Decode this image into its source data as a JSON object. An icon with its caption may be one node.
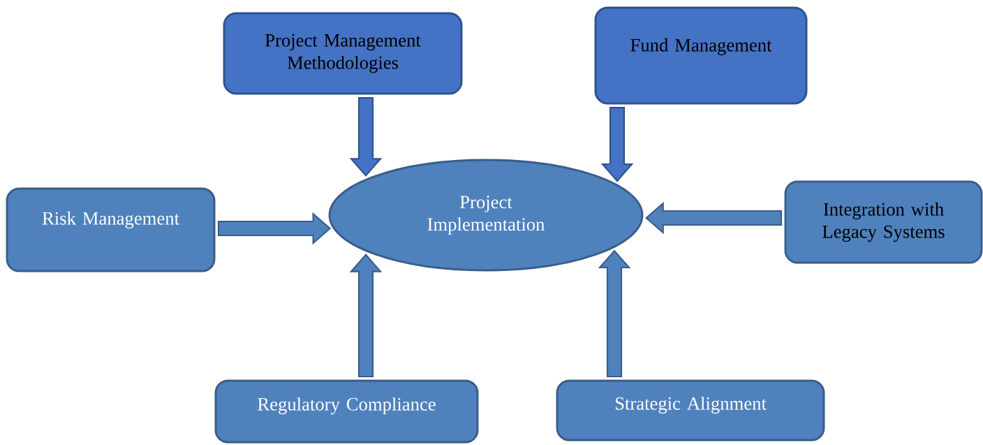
{
  "diagram": {
    "nodes": [
      {
        "text": [
          "Project Management Methodologies"
        ]
      },
      {
        "text": [
          "Fund Management"
        ]
      },
      {
        "text": [
          "Risk Management"
        ]
      },
      {
        "text": [
          "Project Implementation"
        ]
      },
      {
        "text": [
          "Integration with Legacy Systems"
        ]
      },
      {
        "text": [
          "Regulatory Compliance"
        ]
      },
      {
        "text": [
          "Strategic Alignment"
        ]
      }
    ],
    "edges": [
      {
        "from": 0,
        "to": 3,
        "arrow": "to",
        "color": "#4472c4"
      },
      {
        "from": 1,
        "to": 3,
        "arrow": "to",
        "color": "#4472c4"
      },
      {
        "from": 2,
        "to": 3,
        "arrow": "to"
      },
      {
        "from": 4,
        "to": 3,
        "arrow": "to"
      },
      {
        "from": 5,
        "to": 3,
        "arrow": "to"
      },
      {
        "from": 6,
        "to": 3,
        "arrow": "to"
      }
    ]
  }
}
